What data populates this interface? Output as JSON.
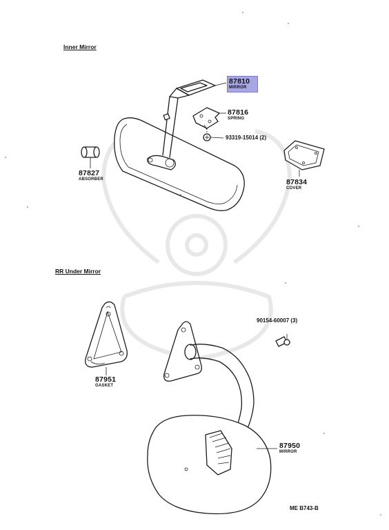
{
  "sections": {
    "inner": "Inner Mirror",
    "rr_under": "RR Under Mirror"
  },
  "parts": {
    "p87810": {
      "number": "87810",
      "name": "MIRROR"
    },
    "p87816": {
      "number": "87816",
      "name": "SPRING"
    },
    "p93319": {
      "number": "93319-15014 (2)"
    },
    "p87827": {
      "number": "87827",
      "name": "ABSORBER"
    },
    "p87834": {
      "number": "87834",
      "name": "COVER"
    },
    "p90154": {
      "number": "90154-60007 (3)"
    },
    "p87951": {
      "number": "87951",
      "name": "GASKET"
    },
    "p87950": {
      "number": "87950",
      "name": "MIRROR"
    }
  },
  "diagram_code": "ME B743-B",
  "colors": {
    "highlight": "#a9a6e4",
    "line": "#1a1a1a",
    "watermark": "#e8e8e8"
  }
}
